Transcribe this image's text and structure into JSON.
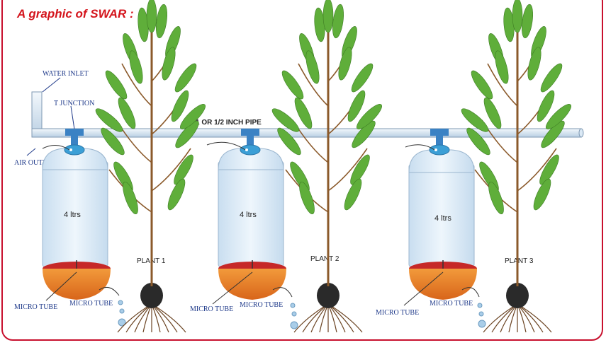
{
  "title": "A graphic of SWAR :",
  "labels": {
    "water_inlet": "WATER INLET",
    "t_junction": "T JUNCTION",
    "pipe": "1 OR 1/2 INCH PIPE",
    "air_outlet": "AIR OUTLET",
    "micro_tube": "MICRO TUBE"
  },
  "units": [
    {
      "volume": "4 ltrs",
      "plant": "PLANT 1"
    },
    {
      "volume": "4 ltrs",
      "plant": "PLANT 2"
    },
    {
      "volume": "4 ltrs",
      "plant": "PLANT 3"
    }
  ],
  "colors": {
    "title": "#d4141c",
    "frame": "#c8102e",
    "pipe": "#dbe9f5",
    "bottle": "#d6e8f6",
    "cap": "#3b9fd6",
    "pot_body": "#e8761f",
    "pot_top": "#c62828",
    "leaf": "#5fae3a",
    "stem": "#8b5a2b",
    "soil": "#2a2a2a",
    "label": "#1f3a8a"
  }
}
